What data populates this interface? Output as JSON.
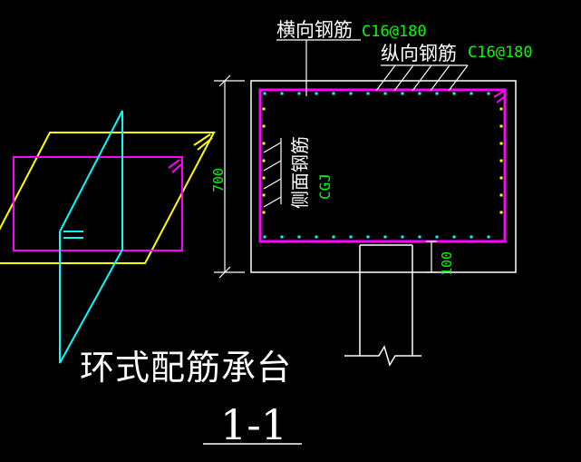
{
  "colors": {
    "background": "#000000",
    "white": "#ffffff",
    "magenta": "#ff00ff",
    "cyan": "#00ffff",
    "yellow": "#ffff00",
    "green": "#00ff00"
  },
  "labels": {
    "transverse_rebar": "横向钢筋",
    "transverse_spec": "C16@180",
    "longitudinal_rebar": "纵向钢筋",
    "longitudinal_spec": "C16@180",
    "side_rebar": "侧面钢筋",
    "side_spec": "CGJ",
    "dim_height": "700",
    "dim_bottom": "100",
    "title": "环式配筋承台",
    "section": "1-1"
  }
}
